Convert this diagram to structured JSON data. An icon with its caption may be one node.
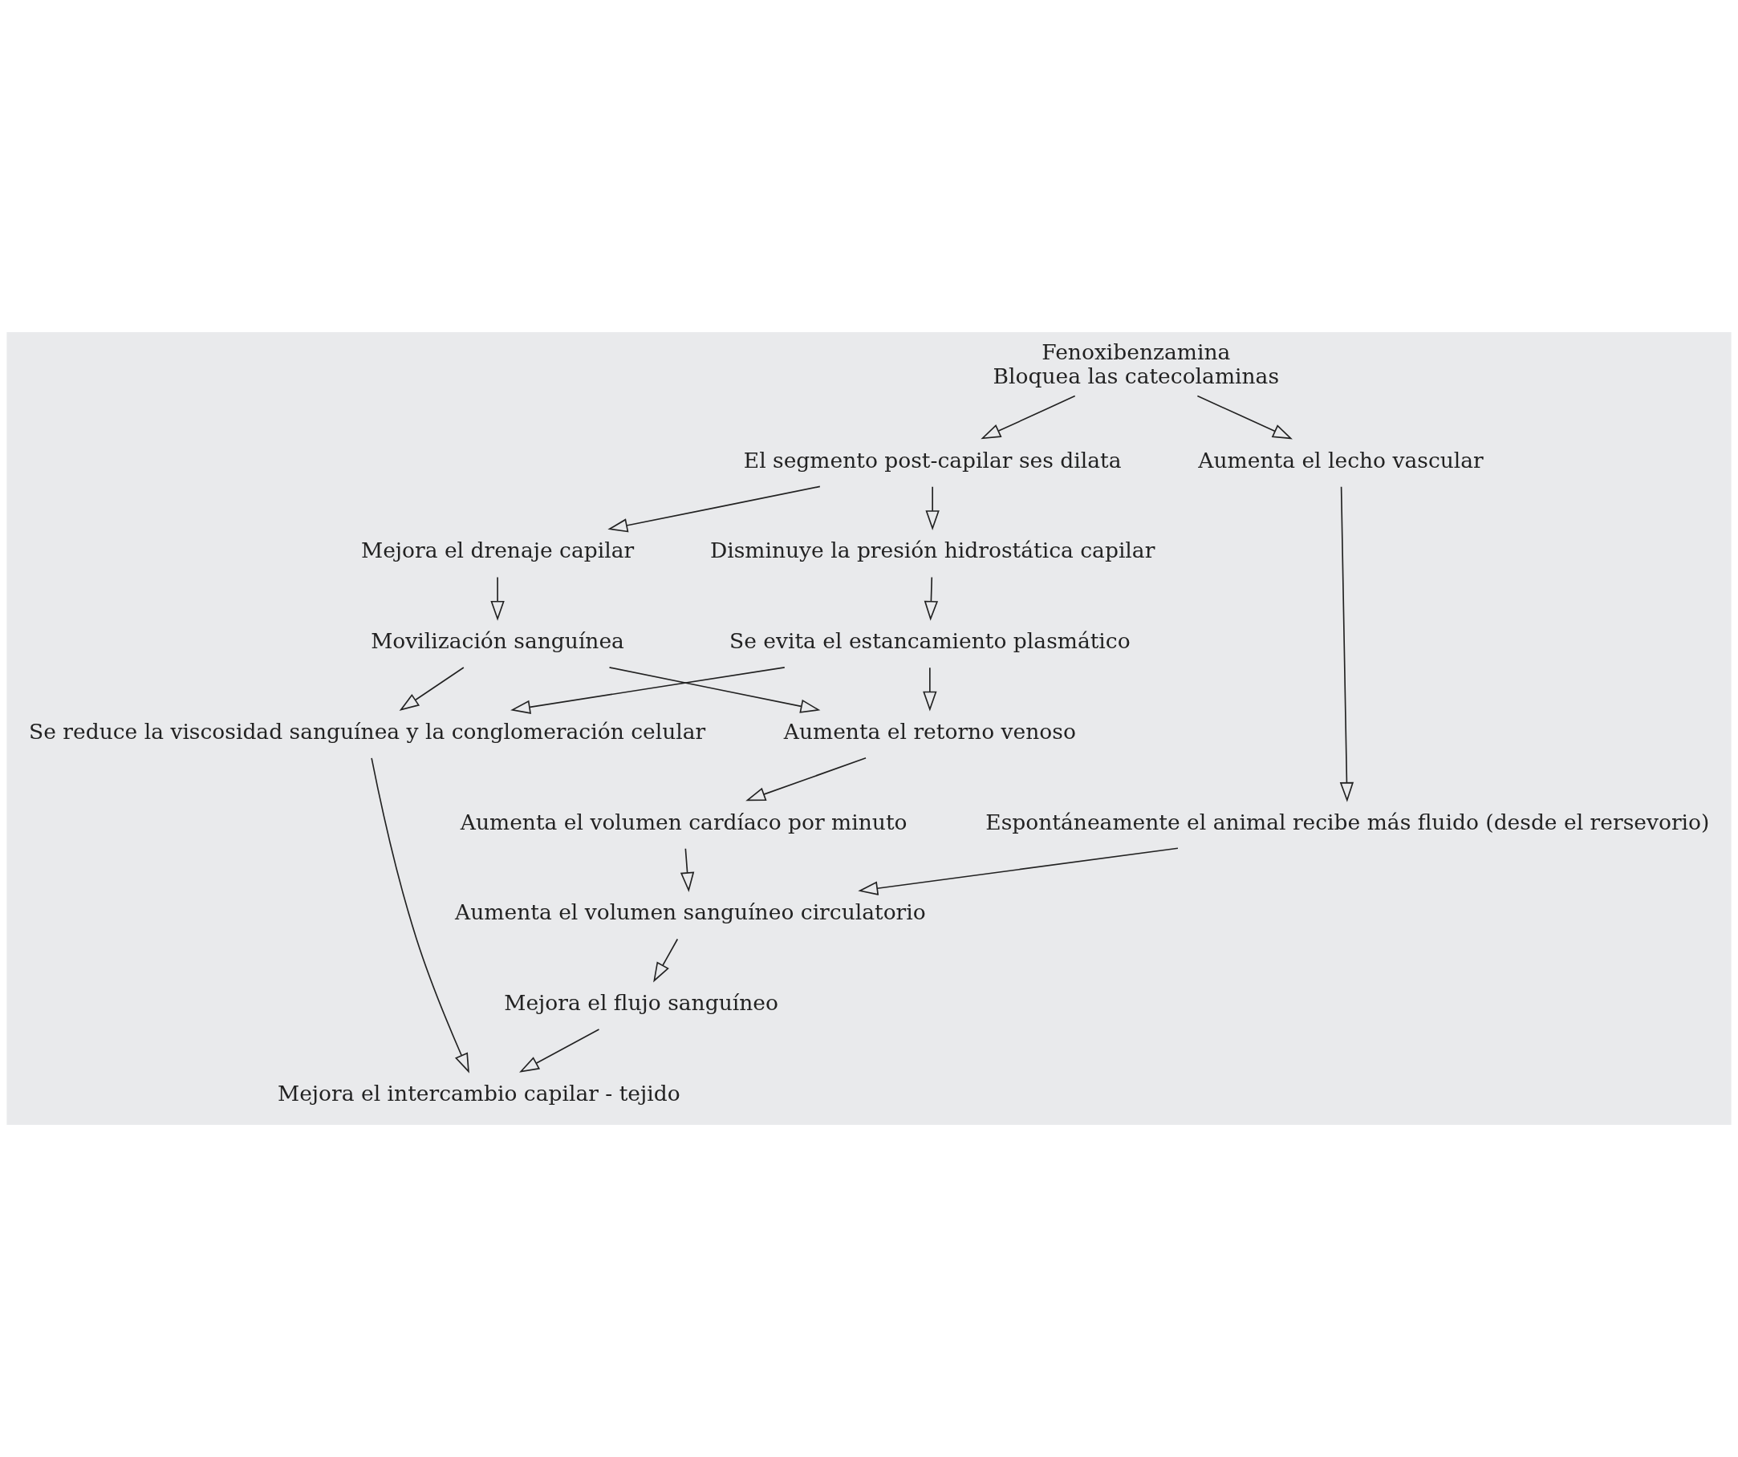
{
  "diagram": {
    "nodes": [
      {
        "text": [
          "Fenoxibenzamina",
          "Bloquea las catecolaminas"
        ]
      },
      {
        "text": [
          "Aumenta el lecho vascular"
        ]
      },
      {
        "text": [
          "Espontáneamente el animal recibe más fluido (desde el rersevorio)"
        ]
      },
      {
        "text": [
          "El segmento post-capilar ses dilata"
        ]
      },
      {
        "text": [
          "Disminuye la presión hidrostática capilar"
        ]
      },
      {
        "text": [
          "Mejora el drenaje capilar"
        ]
      },
      {
        "text": [
          "Se evita el estancamiento plasmático"
        ]
      },
      {
        "text": [
          "Movilización sanguínea"
        ]
      },
      {
        "text": [
          "Se reduce la viscosidad sanguínea y la conglomeración celular"
        ]
      },
      {
        "text": [
          "Mejora el intercambio capilar - tejido"
        ]
      },
      {
        "text": [
          "Mejora el flujo sanguíneo"
        ]
      },
      {
        "text": [
          "Aumenta el volumen sanguíneo circulatorio"
        ]
      },
      {
        "text": [
          "Aumenta el volumen cardíaco por minuto"
        ]
      },
      {
        "text": [
          "Aumenta el retorno venoso"
        ]
      }
    ],
    "edges": [
      {
        "from": 0,
        "to": 1,
        "arrow": "to"
      },
      {
        "from": 0,
        "to": 3,
        "arrow": "to"
      },
      {
        "from": 1,
        "to": 2,
        "arrow": "to"
      },
      {
        "from": 3,
        "to": 4,
        "arrow": "to"
      },
      {
        "from": 3,
        "to": 5,
        "arrow": "to"
      },
      {
        "from": 5,
        "to": 7,
        "arrow": "to"
      },
      {
        "from": 4,
        "to": 6,
        "arrow": "to"
      },
      {
        "from": 7,
        "to": 8,
        "arrow": "to"
      },
      {
        "from": 6,
        "to": 8,
        "arrow": "to"
      },
      {
        "from": 8,
        "to": 9,
        "arrow": "to"
      },
      {
        "from": 10,
        "to": 9,
        "arrow": "to"
      },
      {
        "from": 11,
        "to": 10,
        "arrow": "to"
      },
      {
        "from": 12,
        "to": 11,
        "arrow": "to"
      },
      {
        "from": 13,
        "to": 12,
        "arrow": "to"
      },
      {
        "from": 7,
        "to": 13,
        "arrow": "to"
      },
      {
        "from": 2,
        "to": 11,
        "arrow": "to"
      },
      {
        "from": 6,
        "to": 13,
        "arrow": "to"
      }
    ]
  }
}
